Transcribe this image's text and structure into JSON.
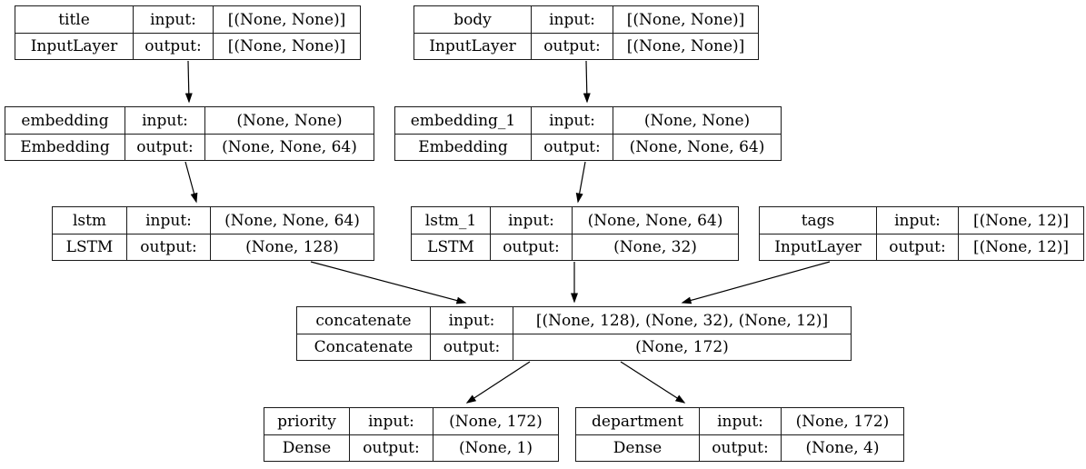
{
  "diagram": {
    "kind": "keras-model-architecture-graph",
    "label_input": "input:",
    "label_output": "output:",
    "colors": {
      "background": "#ffffff",
      "node_border": "#1a1a1a",
      "text": "#000000",
      "edge": "#000000"
    },
    "nodes": [
      {
        "id": "title",
        "name": "title",
        "type": "InputLayer",
        "input_shape": "[(None, None)]",
        "output_shape": "[(None, None)]"
      },
      {
        "id": "body",
        "name": "body",
        "type": "InputLayer",
        "input_shape": "[(None, None)]",
        "output_shape": "[(None, None)]"
      },
      {
        "id": "embedding",
        "name": "embedding",
        "type": "Embedding",
        "input_shape": "(None, None)",
        "output_shape": "(None, None, 64)"
      },
      {
        "id": "embedding_1",
        "name": "embedding_1",
        "type": "Embedding",
        "input_shape": "(None, None)",
        "output_shape": "(None, None, 64)"
      },
      {
        "id": "lstm",
        "name": "lstm",
        "type": "LSTM",
        "input_shape": "(None, None, 64)",
        "output_shape": "(None, 128)"
      },
      {
        "id": "lstm_1",
        "name": "lstm_1",
        "type": "LSTM",
        "input_shape": "(None, None, 64)",
        "output_shape": "(None, 32)"
      },
      {
        "id": "tags",
        "name": "tags",
        "type": "InputLayer",
        "input_shape": "[(None, 12)]",
        "output_shape": "[(None, 12)]"
      },
      {
        "id": "concatenate",
        "name": "concatenate",
        "type": "Concatenate",
        "input_shape": "[(None, 128), (None, 32), (None, 12)]",
        "output_shape": "(None, 172)"
      },
      {
        "id": "priority",
        "name": "priority",
        "type": "Dense",
        "input_shape": "(None, 172)",
        "output_shape": "(None, 1)"
      },
      {
        "id": "department",
        "name": "department",
        "type": "Dense",
        "input_shape": "(None, 172)",
        "output_shape": "(None, 4)"
      }
    ],
    "edges": [
      {
        "from": "title",
        "to": "embedding"
      },
      {
        "from": "body",
        "to": "embedding_1"
      },
      {
        "from": "embedding",
        "to": "lstm"
      },
      {
        "from": "embedding_1",
        "to": "lstm_1"
      },
      {
        "from": "lstm",
        "to": "concatenate"
      },
      {
        "from": "lstm_1",
        "to": "concatenate"
      },
      {
        "from": "tags",
        "to": "concatenate"
      },
      {
        "from": "concatenate",
        "to": "priority"
      },
      {
        "from": "concatenate",
        "to": "department"
      }
    ]
  }
}
